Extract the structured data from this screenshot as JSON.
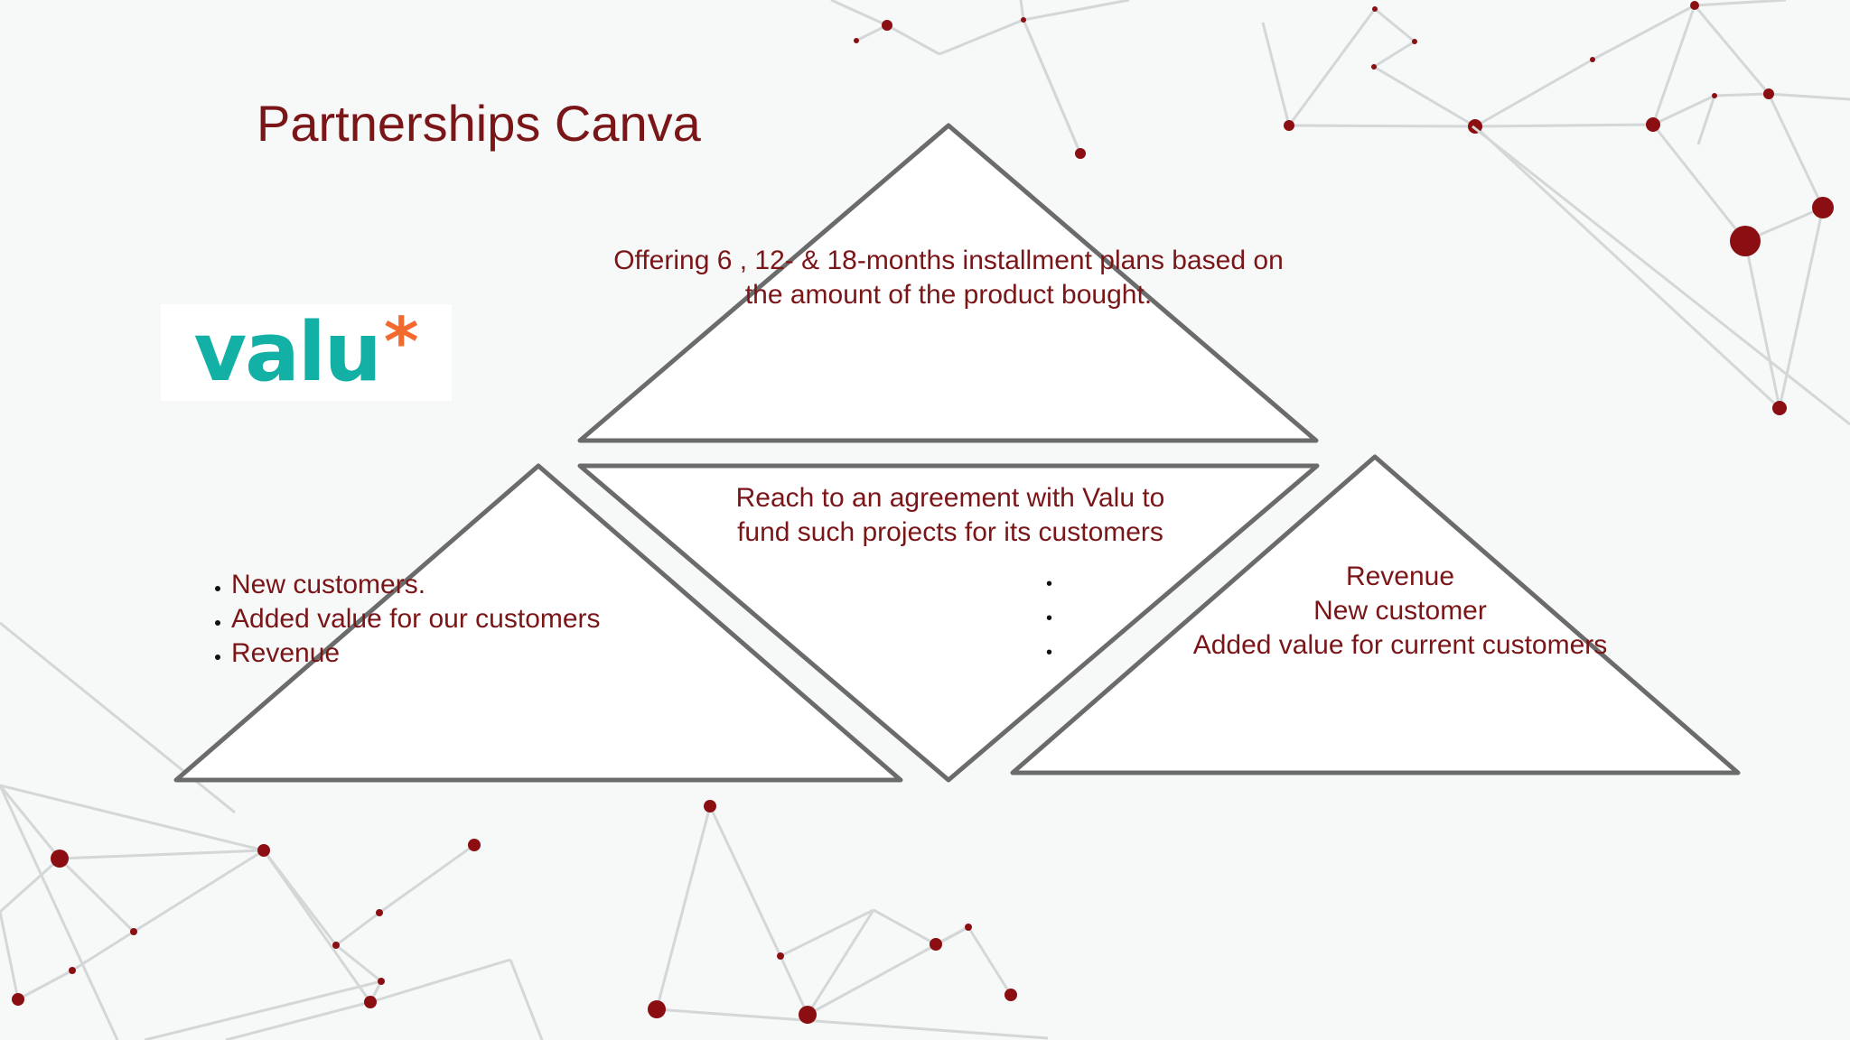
{
  "slide": {
    "title": "Partnerships Canva",
    "logo": {
      "text": "valu",
      "asterisk": "*",
      "colors": {
        "word": "#12b0a5",
        "asterisk": "#f26a2e"
      }
    },
    "top_triangle_text": [
      "Offering 6 , 12- & 18-months installment plans based on",
      "the amount of the product bought."
    ],
    "center_triangle_text": [
      "Reach to an agreement with Valu to",
      "fund such projects for its customers"
    ],
    "left_triangle_bullets": [
      "New customers.",
      "Added value for our  customers",
      "Revenue"
    ],
    "right_triangle_lines": [
      "Revenue",
      "New customer",
      "Added value for current customers"
    ],
    "colors": {
      "text": "#7a1518",
      "node": "#8b0f12",
      "line": "#d3d7d8",
      "triangle_stroke": "#6b6b6b",
      "background": "#f7f8f8"
    }
  }
}
